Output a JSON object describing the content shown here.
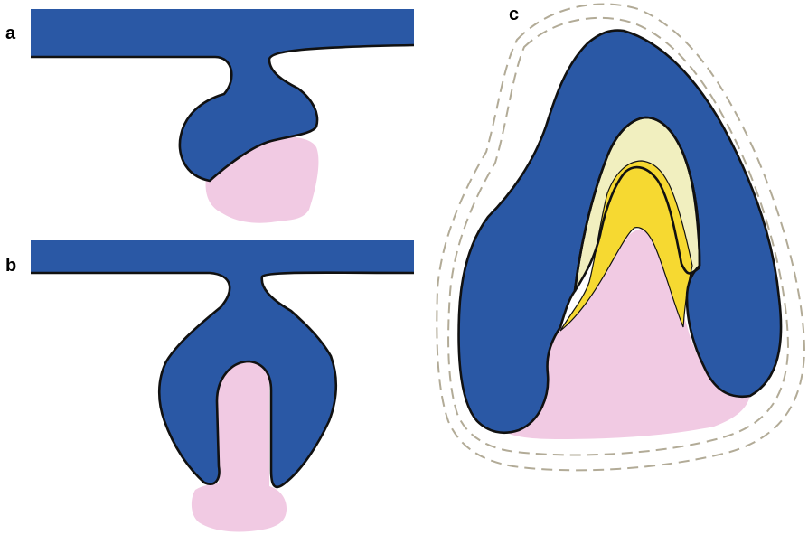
{
  "panels": {
    "a": {
      "label": "a"
    },
    "b": {
      "label": "b"
    },
    "c": {
      "label": "c"
    }
  },
  "colors": {
    "epithelium_blue": "#2a58a5",
    "mesenchyme_pink": "#f1cae3",
    "preenamel_cream": "#f1efbf",
    "enamel_yellow": "#f6d931",
    "follicle_dash": "#b2ab97",
    "outline": "#111111",
    "label": "#000000"
  }
}
